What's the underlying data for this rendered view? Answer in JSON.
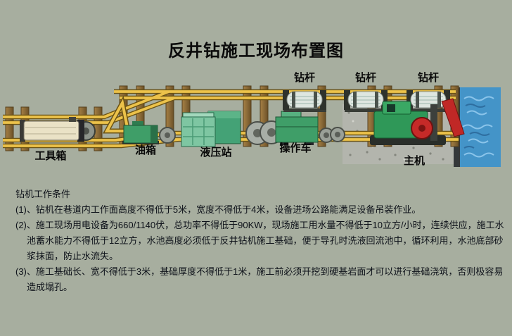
{
  "page": {
    "title": "反井钻施工现场布置图"
  },
  "diagram": {
    "drill_rod_labels": [
      {
        "label": "钻杆"
      },
      {
        "label": "钻杆"
      },
      {
        "label": "钻杆"
      }
    ],
    "equipment": [
      {
        "label": "工具箱"
      },
      {
        "label": "油箱"
      },
      {
        "label": "液压站"
      },
      {
        "label": "操作车"
      },
      {
        "label": "主机"
      }
    ]
  },
  "conditions": {
    "heading": "钻机工作条件",
    "items": [
      {
        "text": "(1)、钻机在巷道内工作面高度不得低于5米，宽度不得低于4米，设备进场公路能满足设备吊装作业。"
      },
      {
        "text": "(2)、施工现场用电设备为660/1140伏，总功率不得低于90KW，现场施工用水量不得低于10立方/小时，连续供应，施工水池蓄水能力不得低于12立方，水池高度必须低于反井钻机施工基础，便于导孔时洗液回流池中，循环利用，水池底部砂浆抹面，防止水流失。"
      },
      {
        "text": "(3)、施工基础长、宽不得低于3米，基础厚度不得低于1米，施工前必须开挖到硬基岩面才可以进行基础浇筑，否则极容易造成塌孔。"
      }
    ]
  },
  "colors": {
    "background": "#a7ae9f",
    "rail_yellow": "#ecc24a",
    "sleeper_brown": "#8a6a38",
    "equipment_green": "#3f9e68",
    "water_blue": "#4494c8",
    "machine_red": "#c62a28",
    "text": "#0d1119"
  }
}
